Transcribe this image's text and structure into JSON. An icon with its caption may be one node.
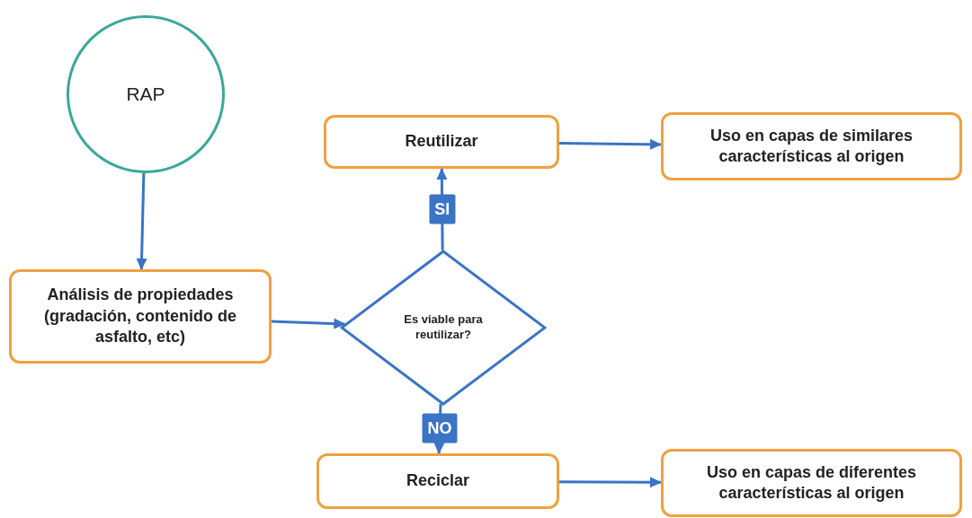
{
  "diagram": {
    "nodes": [
      {
        "text": [
          "RAP"
        ]
      },
      {
        "text": [
          "Análisis de propiedades (gradación, contenido de asfalto, etc)"
        ]
      },
      {
        "text": [
          "Es viable para reutilizar?"
        ]
      },
      {
        "text": [
          "Reutilizar"
        ]
      },
      {
        "text": [
          "Uso en capas de similares características al origen"
        ]
      },
      {
        "text": [
          "Reciclar"
        ]
      },
      {
        "text": [
          "Uso en capas de diferentes características al origen"
        ]
      }
    ],
    "edges": [
      {
        "from": 0,
        "to": 1,
        "arrow": "to"
      },
      {
        "from": 1,
        "to": 2,
        "arrow": "to"
      },
      {
        "from": 2,
        "to": 3,
        "arrow": "to",
        "label": "SI"
      },
      {
        "from": 3,
        "to": 4,
        "arrow": "to"
      },
      {
        "from": 2,
        "to": 5,
        "arrow": "to",
        "label": "NO"
      },
      {
        "from": 5,
        "to": 6,
        "arrow": "to"
      }
    ]
  }
}
